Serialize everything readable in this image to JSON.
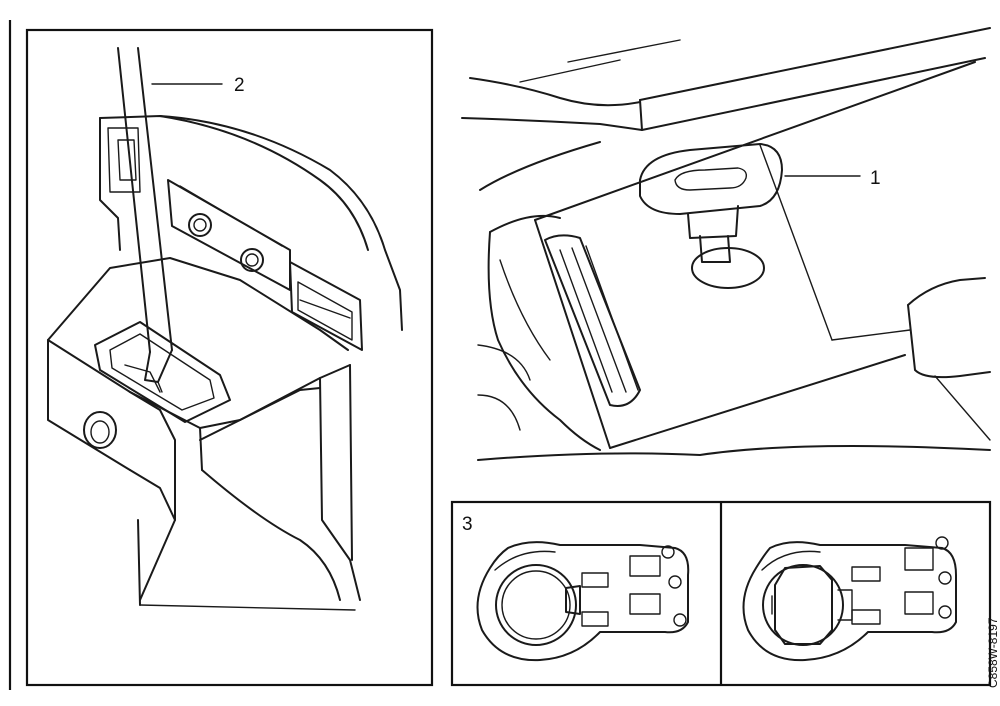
{
  "callouts": {
    "one": "1",
    "two": "2",
    "three": "3"
  },
  "figure_code": "C858W-8197",
  "colors": {
    "line": "#1a1a1a",
    "background": "#ffffff"
  }
}
